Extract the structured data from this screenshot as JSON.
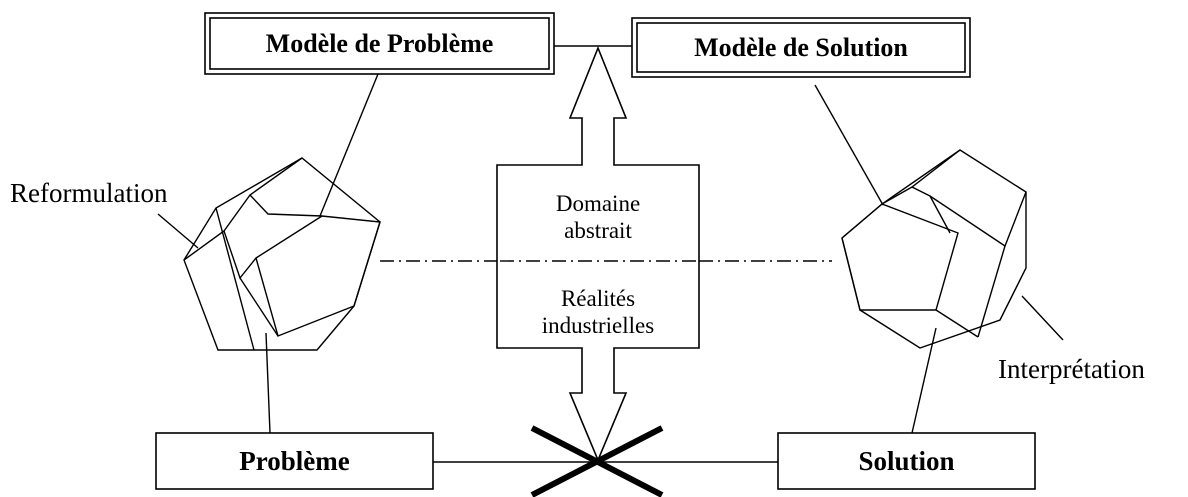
{
  "boxes": {
    "problem_model": "Modèle de Problème",
    "solution_model": "Modèle de Solution",
    "problem": "Problème",
    "solution": "Solution"
  },
  "center": {
    "top_line1": "Domaine",
    "top_line2": "abstrait",
    "bottom_line1": "Réalités",
    "bottom_line2": "industrielles"
  },
  "labels": {
    "reformulation": "Reformulation",
    "interpretation": "Interprétation"
  }
}
